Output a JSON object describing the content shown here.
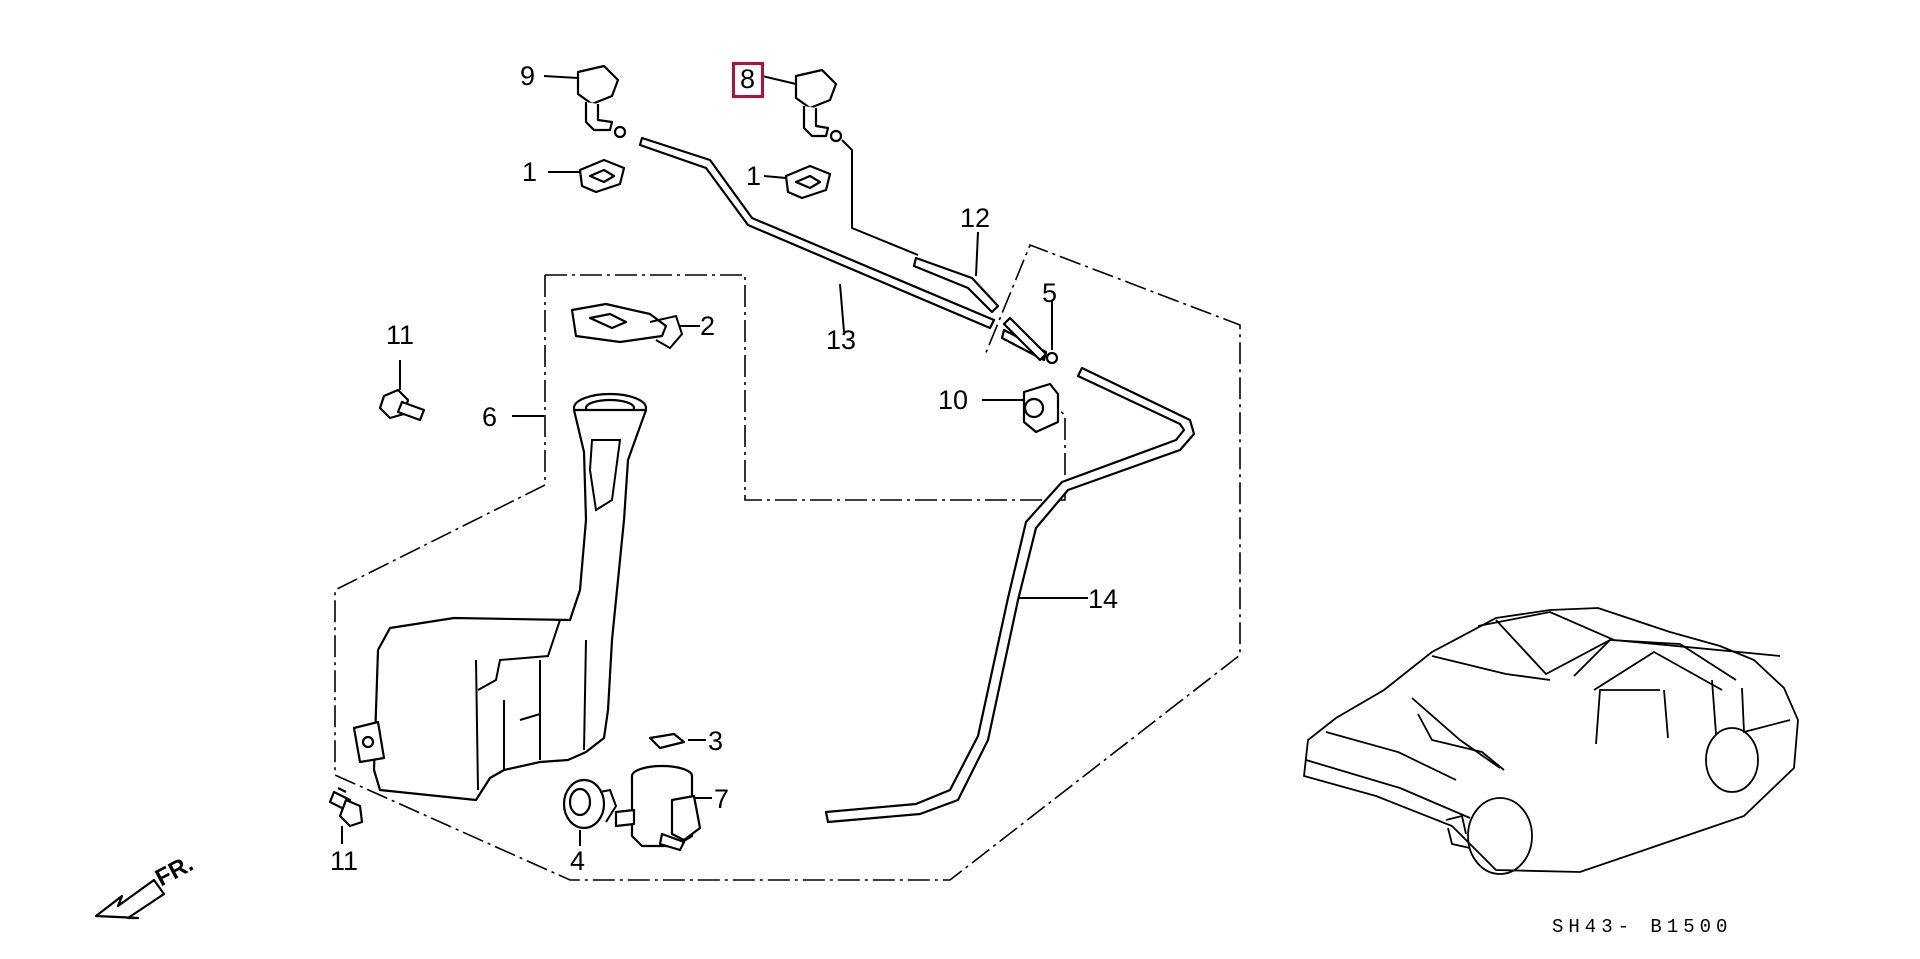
{
  "diagram": {
    "callouts": {
      "p9": "9",
      "p8": "8",
      "p1a": "1",
      "p1b": "1",
      "p12": "12",
      "p11a": "11",
      "p2": "2",
      "p5": "5",
      "p13": "13",
      "p6": "6",
      "p10": "10",
      "p14": "14",
      "p3": "3",
      "p7": "7",
      "p4": "4",
      "p11b": "11"
    },
    "highlighted_callout": "8",
    "highlight_color": "#b0123a",
    "direction_label": "FR.",
    "diagram_code": "SH43- B1500"
  }
}
